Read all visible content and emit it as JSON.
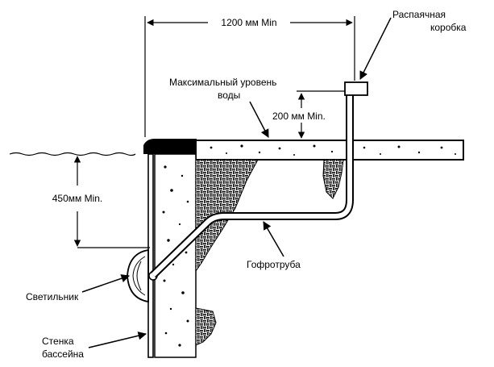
{
  "labels": {
    "width_dim": "1200 мм Min",
    "junction_box_line1": "Распаячная",
    "junction_box_line2": "коробка",
    "max_water_line1": "Максимальный уровень",
    "max_water_line2": "воды",
    "height_dim": "200 мм Min.",
    "depth_dim": "450мм Min.",
    "light": "Светильник",
    "conduit": "Гофротруба",
    "wall_line1": "Стенка",
    "wall_line2": "бассейна"
  },
  "colors": {
    "ink": "#000000",
    "paper": "#ffffff"
  }
}
